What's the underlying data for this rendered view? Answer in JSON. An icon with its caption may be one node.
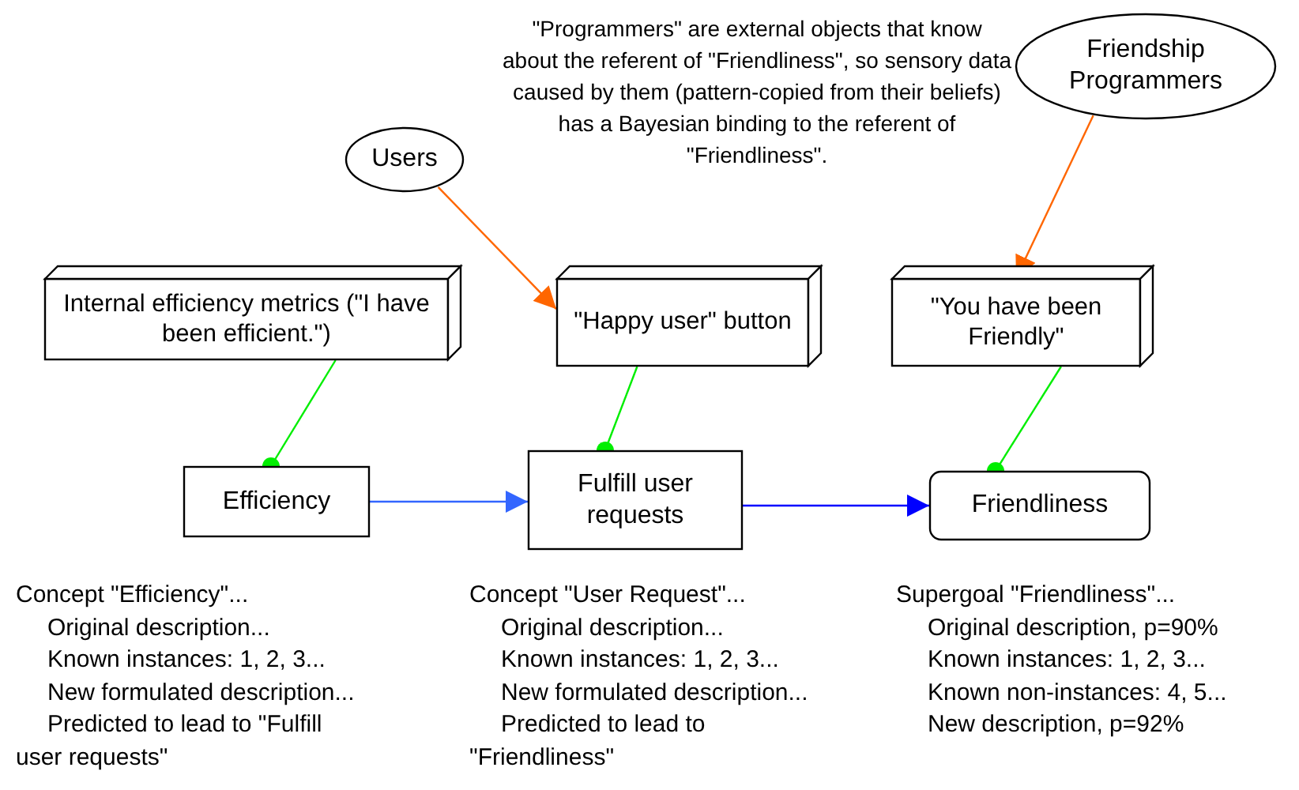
{
  "diagram": {
    "nodes": [
      {
        "text": [
          "Users"
        ]
      },
      {
        "text": [
          "Friendship Programmers"
        ]
      },
      {
        "text": [
          "Internal efficiency metrics (\"I have been efficient.\")"
        ]
      },
      {
        "text": [
          "\"Happy user\" button"
        ]
      },
      {
        "text": [
          "\"You have been Friendly\""
        ]
      },
      {
        "text": [
          "Efficiency"
        ]
      },
      {
        "text": [
          "Fulfill user requests"
        ]
      },
      {
        "text": [
          "Friendliness"
        ]
      }
    ],
    "edges": [
      {
        "from": 0,
        "to": 3,
        "arrow": "to",
        "color": "#ff6600"
      },
      {
        "from": 1,
        "to": 4,
        "arrow": "to",
        "color": "#ff6600"
      },
      {
        "from": 2,
        "to": 5,
        "arrow": "other",
        "color": "#00ee00"
      },
      {
        "from": 3,
        "to": 6,
        "arrow": "other",
        "color": "#00ee00"
      },
      {
        "from": 4,
        "to": 7,
        "arrow": "other",
        "color": "#00ee00"
      },
      {
        "from": 5,
        "to": 6,
        "arrow": "to",
        "color": "#3366ff"
      },
      {
        "from": 6,
        "to": 7,
        "arrow": "to",
        "color": "#0000ff"
      }
    ],
    "labels": [
      "\"Programmers\" are external objects that know about the referent of \"Friendliness\", so sensory data caused by them (pattern-copied from their beliefs) has a Bayesian binding to the referent of \"Friendliness\".",
      "Concept \"Efficiency\"...",
      "Original description...",
      "Known instances: 1, 2, 3...",
      "New formulated description...",
      "Predicted to lead to \"Fulfill user requests\"",
      "Concept \"User Request\"...",
      "Original description...",
      "Known instances: 1, 2, 3...",
      "New formulated description...",
      "Predicted to lead to \"Friendliness\"",
      "Supergoal \"Friendliness\"...",
      "Original description, p=90%",
      "Known instances: 1, 2, 3...",
      "Known non-instances: 4, 5...",
      "New description, p=92%"
    ]
  }
}
